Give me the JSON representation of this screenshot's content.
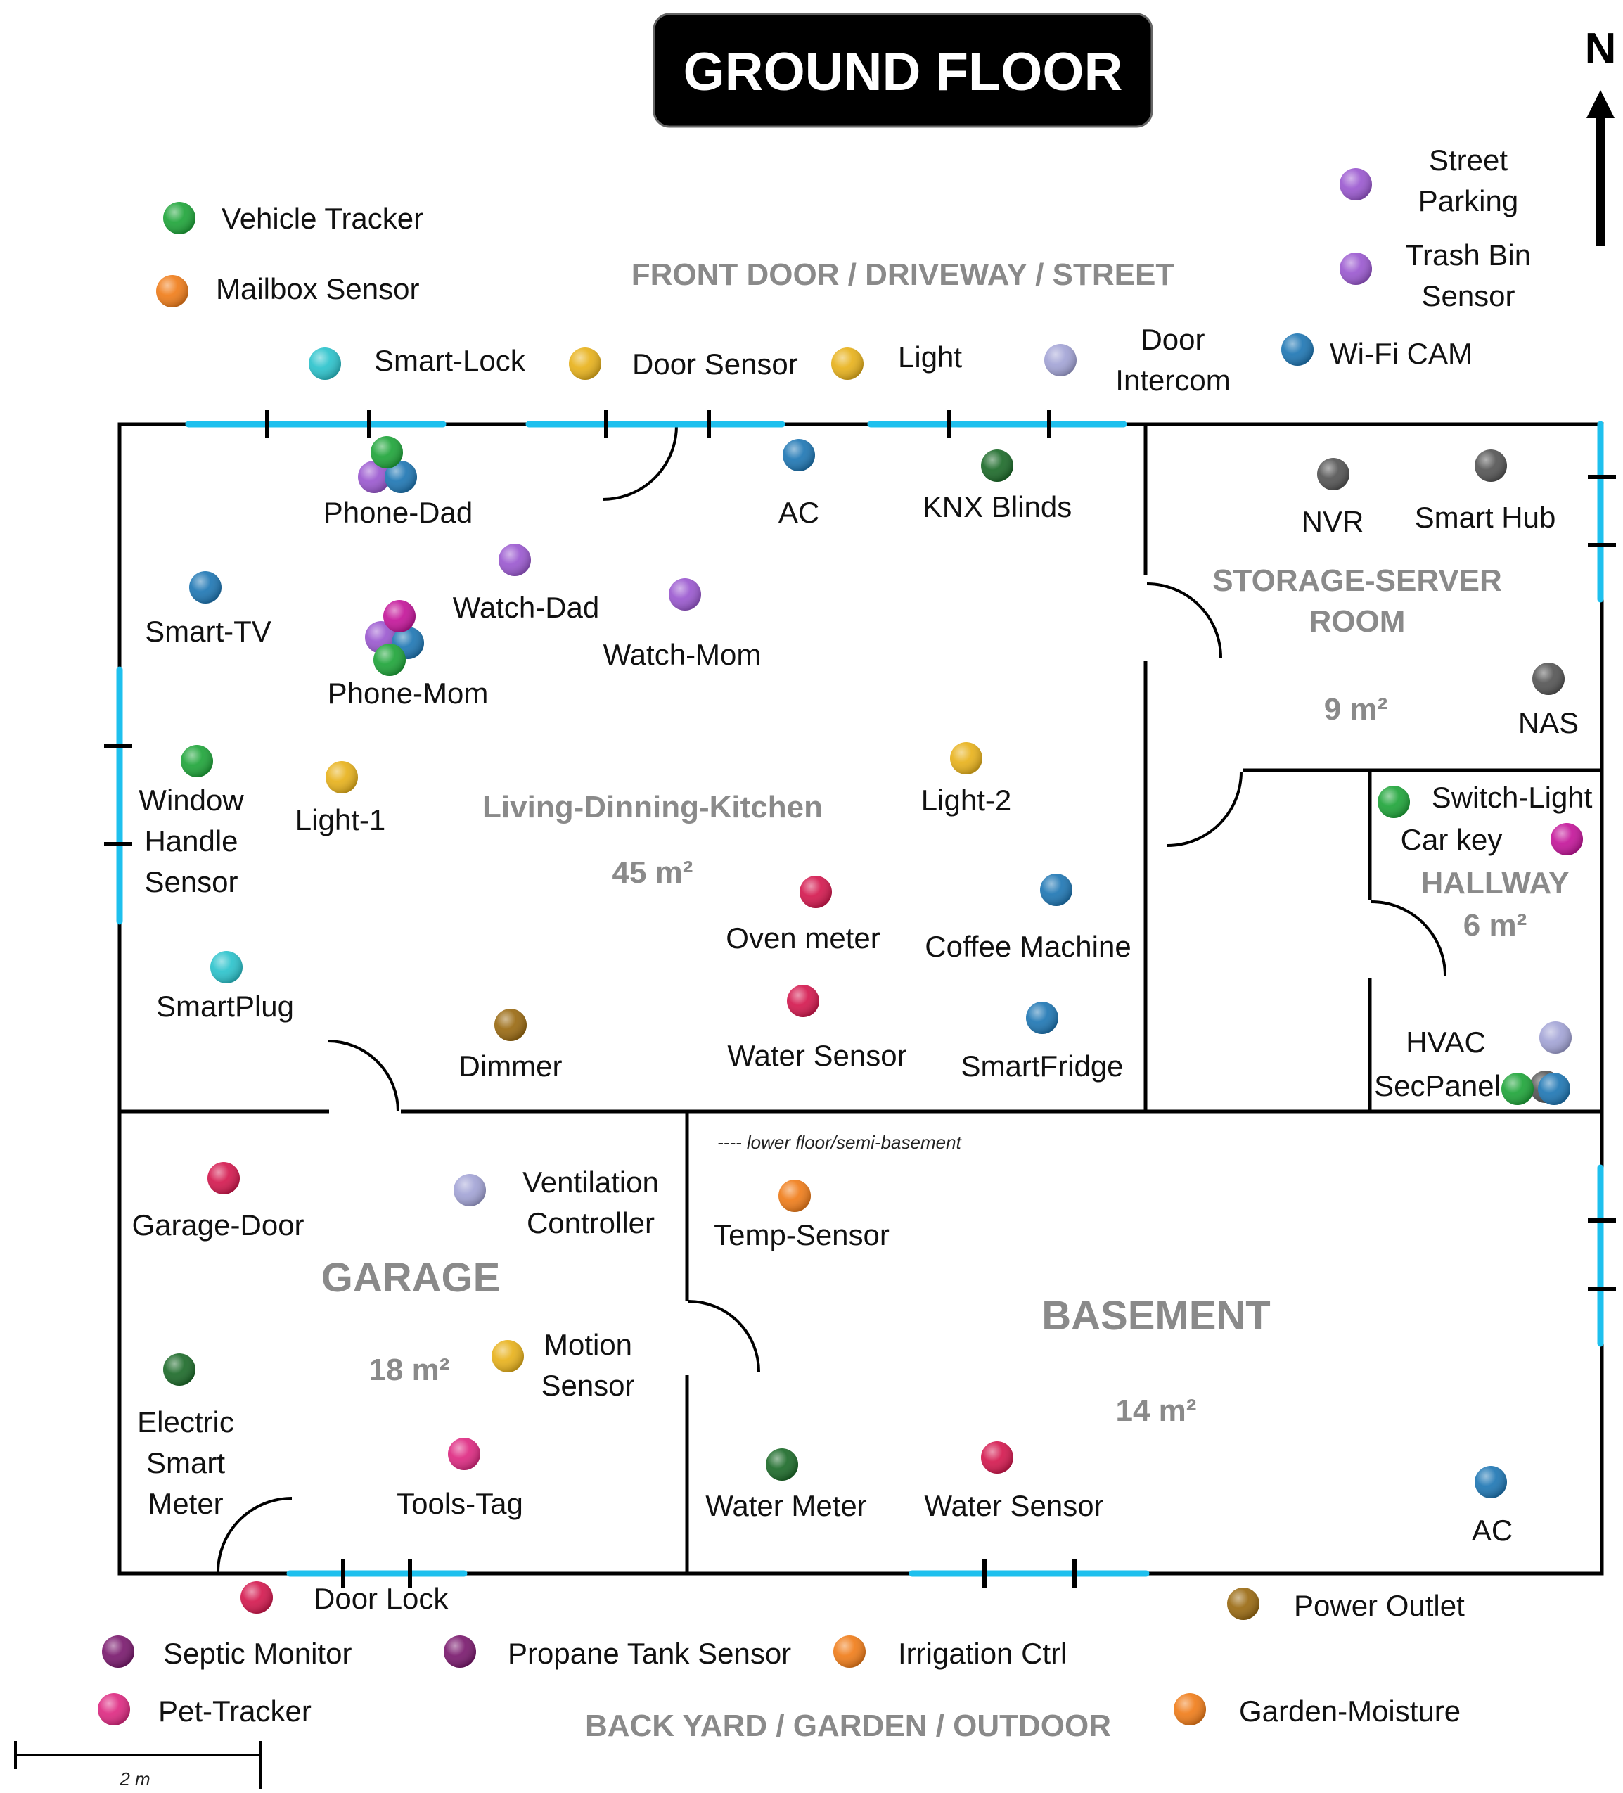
{
  "title": "GROUND FLOOR",
  "north_label": "N",
  "scale_label": "2 m",
  "zones": {
    "front": "FRONT DOOR / DRIVEWAY / STREET",
    "back": "BACK YARD / GARDEN / OUTDOOR",
    "lower_floor_note": "---- lower floor/semi-basement"
  },
  "rooms": {
    "living_name": "Living-Dinning-Kitchen",
    "living_area": "45 m²",
    "storage_name_1": "STORAGE-SERVER",
    "storage_name_2": "ROOM",
    "storage_area": "9 m²",
    "hallway_name": "HALLWAY",
    "hallway_area": "6 m²",
    "garage_name": "GARAGE",
    "garage_area": "18 m²",
    "basement_name": "BASEMENT",
    "basement_area": "14 m²"
  },
  "colors": {
    "green": "#1fa53a",
    "dark_green": "#1d6b2a",
    "orange": "#f07d1a",
    "teal": "#2cc3cc",
    "yellow": "#e8b21c",
    "lavender": "#a3a4d6",
    "blue": "#1f77b4",
    "purple": "#9b59d0",
    "gray": "#555555",
    "magenta": "#c4169a",
    "crimson": "#d4194f",
    "pink": "#de2a82",
    "brown": "#9a6a12",
    "dark_purple": "#7a1a6e",
    "window_blue": "#1ec0ee",
    "title_bg": "#000000"
  },
  "labels": {
    "vehicle_tracker": "Vehicle Tracker",
    "mailbox_sensor": "Mailbox Sensor",
    "street_parking_1": "Street",
    "street_parking_2": "Parking",
    "trash_bin_1": "Trash Bin",
    "trash_bin_2": "Sensor",
    "smart_lock": "Smart-Lock",
    "door_sensor": "Door Sensor",
    "light": "Light",
    "door_intercom_1": "Door",
    "door_intercom_2": "Intercom",
    "wifi_cam": "Wi-Fi CAM",
    "phone_dad": "Phone-Dad",
    "ac_living": "AC",
    "knx_blinds": "KNX Blinds",
    "nvr": "NVR",
    "smart_hub": "Smart Hub",
    "smart_tv": "Smart-TV",
    "watch_dad": "Watch-Dad",
    "watch_mom": "Watch-Mom",
    "phone_mom": "Phone-Mom",
    "nas": "NAS",
    "window_handle_1": "Window",
    "window_handle_2": "Handle",
    "window_handle_3": "Sensor",
    "light_1": "Light-1",
    "light_2": "Light-2",
    "switch_light": "Switch-Light",
    "car_key": "Car key",
    "oven_meter": "Oven meter",
    "coffee_machine": "Coffee Machine",
    "smartplug": "SmartPlug",
    "dimmer": "Dimmer",
    "water_sensor_kitchen": "Water Sensor",
    "smartfridge": "SmartFridge",
    "hvac": "HVAC",
    "secpanel": "SecPanel",
    "garage_door": "Garage-Door",
    "ventilation_1": "Ventilation",
    "ventilation_2": "Controller",
    "temp_sensor": "Temp-Sensor",
    "motion_1": "Motion",
    "motion_2": "Sensor",
    "electric_1": "Electric",
    "electric_2": "Smart",
    "electric_3": "Meter",
    "tools_tag": "Tools-Tag",
    "water_meter": "Water Meter",
    "water_sensor_basement": "Water Sensor",
    "ac_basement": "AC",
    "door_lock": "Door Lock",
    "power_outlet": "Power Outlet",
    "septic_monitor": "Septic Monitor",
    "propane_tank": "Propane Tank Sensor",
    "irrigation": "Irrigation Ctrl",
    "pet_tracker": "Pet-Tracker",
    "garden_moisture": "Garden-Moisture"
  }
}
